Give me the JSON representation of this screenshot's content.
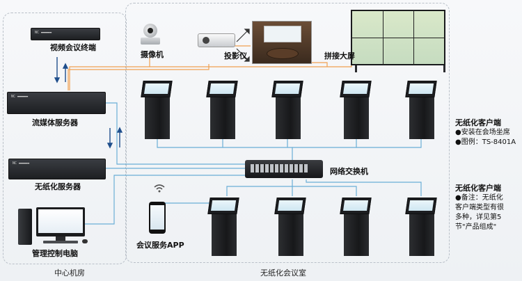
{
  "labels": {
    "video_terminal": "视频会议终端",
    "camera": "摄像机",
    "projector": "投影仪",
    "video_wall": "拼接大屏",
    "streaming_server": "流媒体服务器",
    "paperless_server": "无纸化服务器",
    "control_pc": "管理控制电脑",
    "switch": "网络交换机",
    "meeting_app": "会议服务APP"
  },
  "zones": {
    "center": "中心机房",
    "meeting_room": "无纸化会议室"
  },
  "client_info_1": {
    "title": "无纸化客户端",
    "lines": [
      "●安装在会场坐席",
      "●图例：TS-8401A"
    ]
  },
  "client_info_2": {
    "title": "无纸化客户端",
    "lines": [
      "●备注：无纸化",
      "客户端类型有很",
      "多种，详见第5",
      "节\"产品组成\""
    ]
  },
  "colors": {
    "data_line": "#6aaed6",
    "av_line": "#f0a050",
    "arrow": "#1f4e8c"
  }
}
